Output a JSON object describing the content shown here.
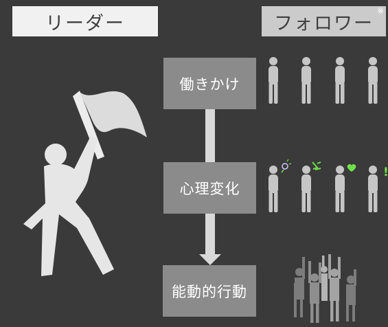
{
  "header": {
    "leader_label": "リーダー",
    "follower_label": "フォロワー",
    "follower_note_mark": "※"
  },
  "steps": [
    {
      "label": "働きかけ"
    },
    {
      "label": "心理変化"
    },
    {
      "label": "能動的行動"
    }
  ],
  "reactions": {
    "exclamation": "!"
  },
  "colors": {
    "background": "#3a3a3a",
    "leader_box": "#f1f1f1",
    "follower_box": "#cbcbcb",
    "step_box": "#8b8b8b",
    "arrow": "#d9d9d9",
    "follower_figure": "#c6c6c6",
    "reaction_accent": "#6ee04a"
  },
  "icons": [
    "flag-bearer-leader-icon",
    "follower-person-icon",
    "lightbulb-icon",
    "surprise-lines-icon",
    "heart-icon",
    "raised-hands-crowd-icon"
  ]
}
